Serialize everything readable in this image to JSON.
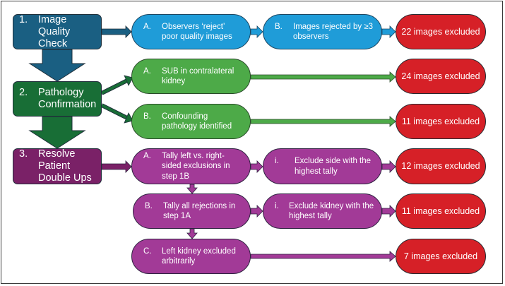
{
  "diagram": {
    "colors": {
      "step_blue": "#1a5f82",
      "step_green": "#186e36",
      "step_purple": "#7a2167",
      "blue": "#1f9cd8",
      "green": "#4daa48",
      "purple": "#a23a97",
      "excluded_red": "#d62027"
    },
    "steps": [
      {
        "num": "1.",
        "label": "Image Quality Check"
      },
      {
        "num": "2.",
        "label": "Pathology Confirmation"
      },
      {
        "num": "3.",
        "label": "Resolve Patient Double Ups"
      }
    ],
    "step1": {
      "a": {
        "num": "A.",
        "text": "Observers ‘reject’ poor quality images"
      },
      "b": {
        "num": "B.",
        "text": "Images rejected by ≥3 observers"
      },
      "result": "22 images excluded"
    },
    "step2": {
      "a": {
        "num": "A.",
        "text": "SUB in contralateral kidney",
        "result": "24 images excluded"
      },
      "b": {
        "num": "B.",
        "text": "Confounding pathology identified",
        "result": "11 images excluded"
      }
    },
    "step3": {
      "a": {
        "num": "A.",
        "text": "Tally left vs. right-sided exclusions in step 1B",
        "sub": {
          "num": "i.",
          "text": "Exclude side with the highest tally"
        },
        "result": "12 images excluded"
      },
      "b": {
        "num": "B.",
        "text": "Tally all rejections in step 1A",
        "sub": {
          "num": "i.",
          "text": "Exclude kidney with the highest tally"
        },
        "result": "11 images excluded"
      },
      "c": {
        "num": "C.",
        "text": "Left kidney excluded arbitrarily",
        "result": "7 images excluded"
      }
    }
  }
}
